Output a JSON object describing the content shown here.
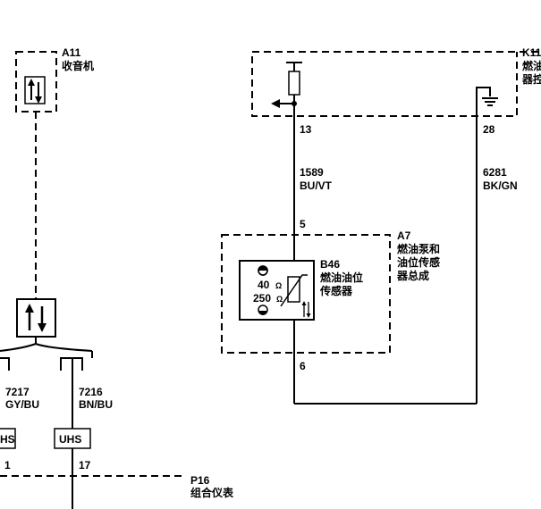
{
  "components": {
    "a11": {
      "ref": "A11",
      "name": "收音机"
    },
    "k11": {
      "ref": "K11",
      "name_line1": "燃油",
      "name_line2": "器控"
    },
    "a7": {
      "ref": "A7",
      "name_line1": "燃油泵和",
      "name_line2": "油位传感",
      "name_line3": "器总成"
    },
    "b46": {
      "ref": "B46",
      "name_line1": "燃油油位",
      "name_line2": "传感器",
      "val_high": "40",
      "val_low": "250",
      "unit": "Ω"
    },
    "p16": {
      "ref": "P16",
      "name": "组合仪表"
    }
  },
  "pins": {
    "k11_13": "13",
    "k11_28": "28",
    "a7_5": "5",
    "a7_6": "6",
    "p16_1": "1",
    "p16_17": "17"
  },
  "wires": {
    "w1589": {
      "circuit": "1589",
      "color": "BU/VT"
    },
    "w6281": {
      "circuit": "6281",
      "color": "BK/GN"
    },
    "w7217": {
      "circuit": "7217",
      "color": "GY/BU"
    },
    "w7216": {
      "circuit": "7216",
      "color": "BN/BU"
    }
  },
  "boxes": {
    "uhs_left": "HS",
    "uhs_right": "UHS"
  }
}
